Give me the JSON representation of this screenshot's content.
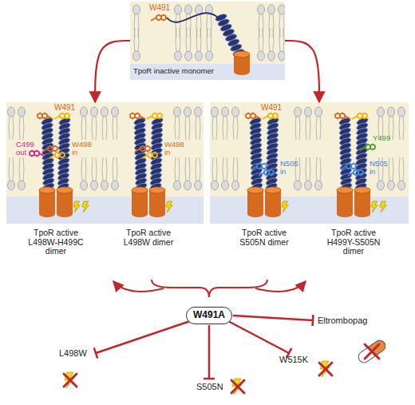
{
  "diagram": {
    "nodes": [
      {
        "text": [
          "TpoR inactive monomer",
          "W491"
        ]
      },
      {
        "text": [
          "W491",
          "C499 out",
          "W498 in",
          "W498 in",
          "TpoR active L498W-H499C dimer",
          "TpoR active L498W dimer"
        ]
      },
      {
        "text": [
          "W491",
          "N505 in",
          "N505 in",
          "Y499",
          "TpoR active S505N dimer",
          "TpoR active H499Y-S505N dimer"
        ]
      },
      {
        "text": [
          "W491A"
        ]
      }
    ],
    "edges": [
      {
        "from": 0,
        "to": 1,
        "arrow": "to"
      },
      {
        "from": 0,
        "to": 2,
        "arrow": "to"
      }
    ],
    "labels": [
      "L498W",
      "S505N",
      "W515K",
      "Eltrombopag"
    ]
  }
}
